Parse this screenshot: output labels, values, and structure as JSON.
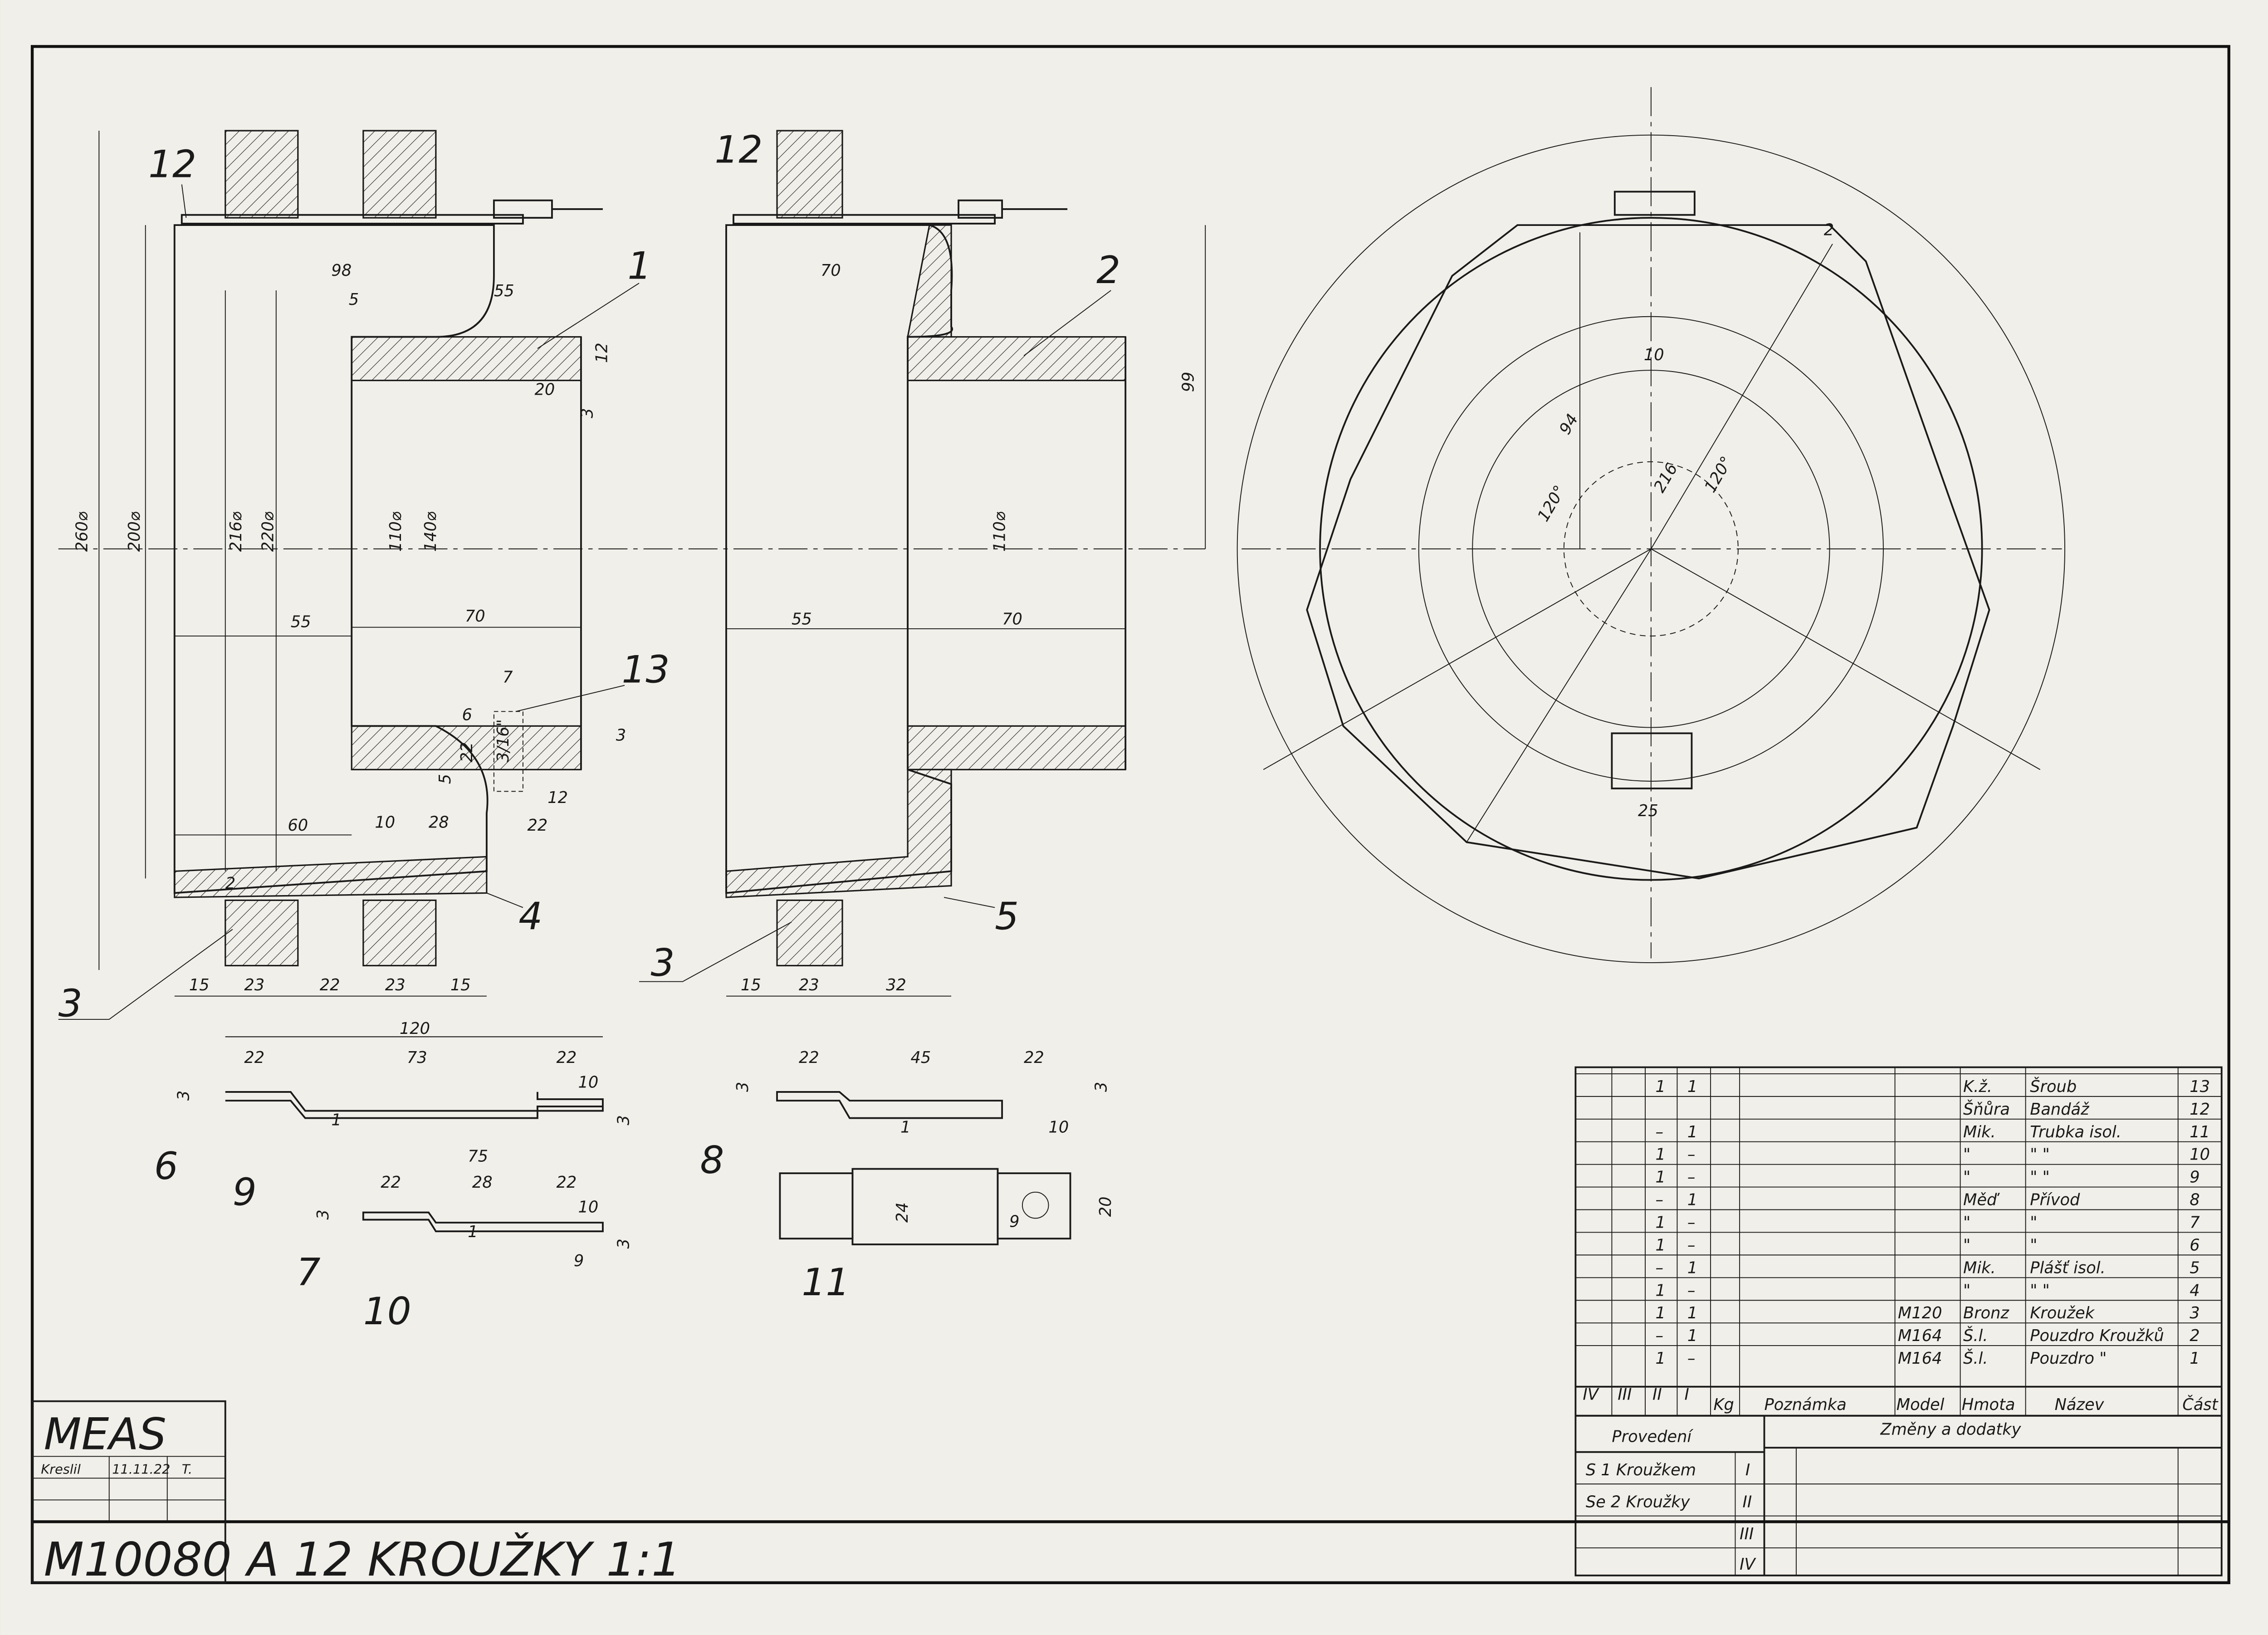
{
  "title_block": {
    "company": "MEAS",
    "drawn_label": "Kreslil",
    "date": "11.11.22",
    "initial": "T.",
    "drawing_number": "M10080",
    "title": "A 12 KROUŽKY 1:1"
  },
  "part_numbers": {
    "p1": "1",
    "p2": "2",
    "p3a": "3",
    "p3b": "3",
    "p4": "4",
    "p5": "5",
    "p6": "6",
    "p7": "7",
    "p8": "8",
    "p9": "9",
    "p10": "10",
    "p11": "11",
    "p12a": "12",
    "p12b": "12",
    "p13": "13"
  },
  "dims": {
    "left": {
      "d260": "260⌀",
      "d200": "200⌀",
      "d216": "216⌀",
      "d220": "220⌀",
      "d110": "110⌀",
      "d140": "140⌀",
      "w98": "98",
      "w5": "5",
      "w55top": "55",
      "w20": "20",
      "w12a": "12",
      "w3a": "3",
      "w55": "55",
      "w70": "70",
      "w7": "7",
      "w6": "6",
      "w22v": "22",
      "w5b": "5",
      "w3_16": "3/16\"",
      "w3b": "3",
      "w12b": "12",
      "w22b": "22",
      "w60": "60",
      "w10": "10",
      "w28": "28",
      "w2": "2",
      "b15a": "15",
      "b23a": "23",
      "b22": "22",
      "b23b": "23",
      "b15b": "15"
    },
    "middle": {
      "w70top": "70",
      "d110": "110⌀",
      "w55": "55",
      "w70": "70",
      "b15": "15",
      "b23": "23",
      "b32": "32"
    },
    "right": {
      "d99": "99",
      "d94": "94",
      "d216": "216",
      "a120a": "120°",
      "a120b": "120°",
      "w10": "10",
      "w25": "25",
      "r2": "2"
    },
    "parts": {
      "p120": "120",
      "p22a": "22",
      "p73": "73",
      "p22b": "22",
      "p10a": "10",
      "p3a": "3",
      "p3b": "3",
      "p1a": "1",
      "p75": "75",
      "p22c": "22",
      "p28": "28",
      "p22d": "22",
      "p10b": "10",
      "p3c": "3",
      "p3d": "3",
      "p9a": "9",
      "p1b": "1",
      "p22e": "22",
      "p45": "45",
      "p22f": "22",
      "p3e": "3",
      "p3f": "3",
      "p1c": "1",
      "p10c": "10",
      "p24": "24",
      "p20": "20",
      "p9b": "9"
    }
  },
  "parts_list": {
    "headers": {
      "iv": "IV",
      "iii": "III",
      "ii": "II",
      "i": "I",
      "kg": "Kg",
      "note": "Poznámka",
      "model": "Model",
      "material": "Hmota",
      "name": "Název",
      "part": "Část"
    },
    "rows": [
      {
        "ii": "1",
        "i": "1",
        "model": "",
        "material": "K.ž.",
        "name": "Šroub",
        "part": "13"
      },
      {
        "ii": "",
        "i": "",
        "model": "",
        "material": "Šňůra",
        "name": "Bandáž",
        "part": "12"
      },
      {
        "ii": "–",
        "i": "1",
        "model": "",
        "material": "Mik.",
        "name": "Trubka isol.",
        "part": "11"
      },
      {
        "ii": "1",
        "i": "–",
        "model": "",
        "material": "\"",
        "name": "\"      \"",
        "part": "10"
      },
      {
        "ii": "1",
        "i": "–",
        "model": "",
        "material": "\"",
        "name": "\"      \"",
        "part": "9"
      },
      {
        "ii": "–",
        "i": "1",
        "model": "",
        "material": "Měď",
        "name": "Přívod",
        "part": "8"
      },
      {
        "ii": "1",
        "i": "–",
        "model": "",
        "material": "\"",
        "name": "\"",
        "part": "7"
      },
      {
        "ii": "1",
        "i": "–",
        "model": "",
        "material": "\"",
        "name": "\"",
        "part": "6"
      },
      {
        "ii": "–",
        "i": "1",
        "model": "",
        "material": "Mik.",
        "name": "Plášť isol.",
        "part": "5"
      },
      {
        "ii": "1",
        "i": "–",
        "model": "",
        "material": "\"",
        "name": "\"      \"",
        "part": "4"
      },
      {
        "ii": "1",
        "i": "1",
        "model": "M120",
        "material": "Bronz",
        "name": "Kroužek",
        "part": "3"
      },
      {
        "ii": "–",
        "i": "1",
        "model": "M164",
        "material": "Š.l.",
        "name": "Pouzdro Kroužků",
        "part": "2"
      },
      {
        "ii": "1",
        "i": "–",
        "model": "M164",
        "material": "Š.l.",
        "name": "Pouzdro   \"",
        "part": "1"
      }
    ]
  },
  "execution": {
    "header": "Provedení",
    "changes_header": "Změny a dodatky",
    "rows": [
      {
        "label": "S 1 Kroužkem",
        "num": "I"
      },
      {
        "label": "Se 2 Kroužky",
        "num": "II"
      },
      {
        "label": "",
        "num": "III"
      },
      {
        "label": "",
        "num": "IV"
      }
    ]
  }
}
